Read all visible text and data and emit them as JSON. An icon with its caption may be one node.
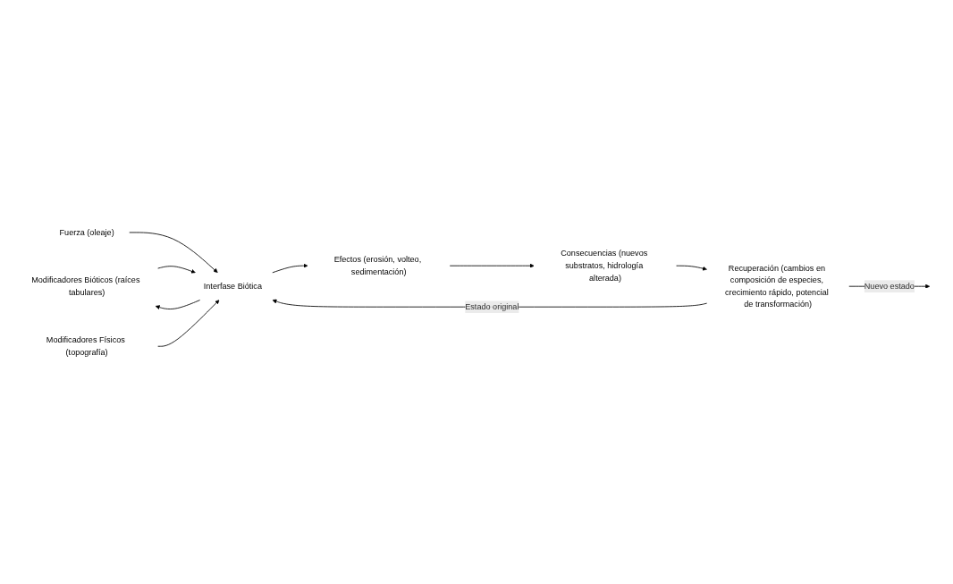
{
  "diagram": {
    "nodes": [
      {
        "text": [
          "Modificadores Bióticos (raíces tabulares)"
        ]
      },
      {
        "text": [
          "Fuerza (oleaje)"
        ]
      },
      {
        "text": [
          "Interfase Biótica"
        ]
      },
      {
        "text": [
          "Efectos (erosión, volteo, sedimentación)"
        ]
      },
      {
        "text": [
          "Consecuencias (nuevos substratos, hidrología alterada)"
        ]
      },
      {
        "text": [
          "Modificadores Físicos (topografía)"
        ]
      },
      {
        "text": [
          "Recuperación (cambios en composición de especies, crecimiento rápido, potencial de transformación)"
        ]
      }
    ],
    "edges": [
      {
        "from": 1,
        "to": 2,
        "arrow": "to"
      },
      {
        "from": 0,
        "to": 2,
        "arrow": "to"
      },
      {
        "from": 5,
        "to": 2,
        "arrow": "to"
      },
      {
        "from": 2,
        "to": 0,
        "arrow": "to"
      },
      {
        "from": 2,
        "to": 3,
        "arrow": "to"
      },
      {
        "from": 3,
        "to": 4,
        "arrow": "to"
      },
      {
        "from": 4,
        "to": 6,
        "arrow": "to"
      },
      {
        "from": 6,
        "to": 2,
        "arrow": "to",
        "label": "Estado original"
      },
      {
        "from": 6,
        "to": null,
        "arrow": "to",
        "label": "Nuevo estado"
      }
    ]
  }
}
